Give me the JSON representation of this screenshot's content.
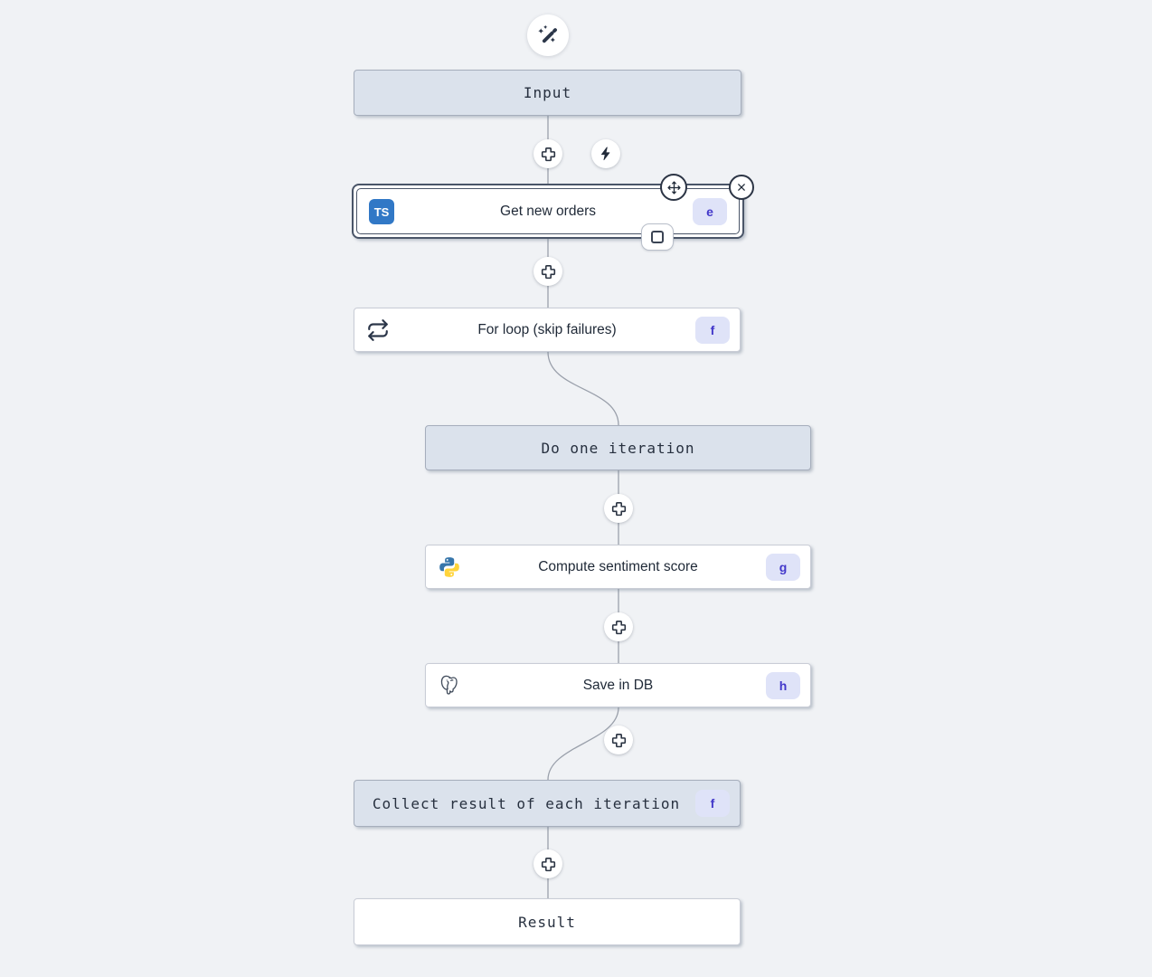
{
  "flow": {
    "ai_button": {
      "icon": "magic-wand-sparkles"
    },
    "nodes": [
      {
        "label": "Input",
        "kind": "virtual"
      },
      {
        "label": "Get new orders",
        "badge": "e",
        "language": "typescript",
        "language_abbr": "TS",
        "selected": true
      },
      {
        "label": "For loop (skip failures)",
        "badge": "f",
        "icon": "repeat"
      },
      {
        "label": "Do one iteration",
        "kind": "virtual"
      },
      {
        "label": "Compute sentiment score",
        "badge": "g",
        "language": "python"
      },
      {
        "label": "Save in DB",
        "badge": "h",
        "language": "postgresql"
      },
      {
        "label": "Collect result of each iteration",
        "badge": "f",
        "kind": "virtual"
      },
      {
        "label": "Result",
        "kind": "virtual"
      }
    ],
    "colors": {
      "canvas_bg": "#f0f2f5",
      "virtual_node_bg": "#dbe2ec",
      "badge_bg": "#dfe3f8",
      "badge_text": "#4338ca",
      "typescript_blue": "#3178c6",
      "python_blue": "#3776ab",
      "python_yellow": "#ffd43b",
      "edge": "#9aa0ab",
      "selected_border": "#4a5568"
    }
  }
}
